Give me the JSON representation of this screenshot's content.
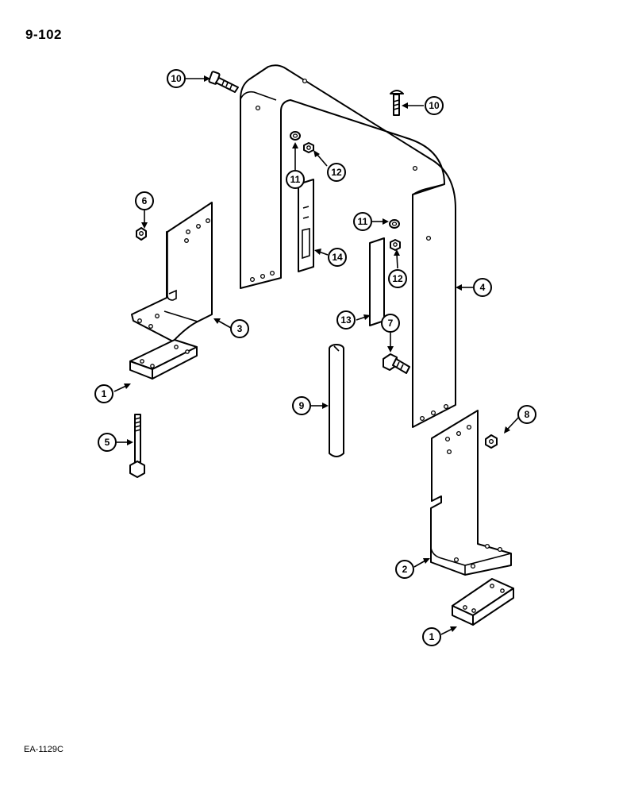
{
  "page_number": "9-102",
  "footer_code": "EA-1129C",
  "callouts": {
    "c10a": "10",
    "c10b": "10",
    "c11a": "11",
    "c12a": "12",
    "c11b": "11",
    "c12b": "12",
    "c6": "6",
    "c14": "14",
    "c4": "4",
    "c3": "3",
    "c13": "13",
    "c7": "7",
    "c1a": "1",
    "c9": "9",
    "c8": "8",
    "c5": "5",
    "c2": "2",
    "c1b": "1"
  }
}
